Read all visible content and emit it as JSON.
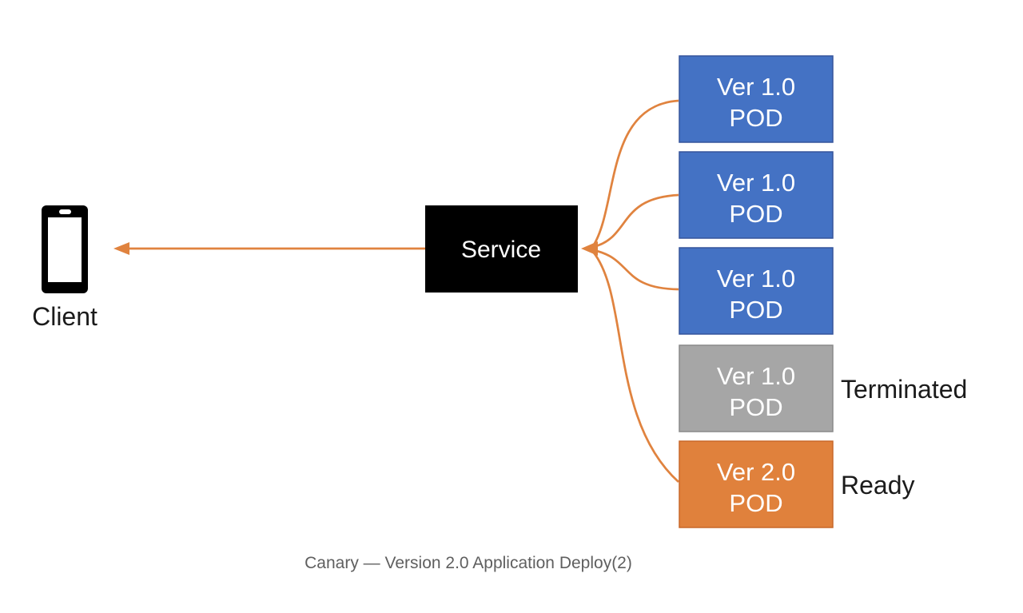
{
  "caption": {
    "text": "Canary — Version 2.0 Application Deploy(2)",
    "color": "#5f5f5f"
  },
  "client": {
    "label": "Client",
    "icon": "smartphone-icon"
  },
  "service": {
    "label": "Service",
    "fill": "#000000",
    "text_color": "#ffffff"
  },
  "connectors": {
    "color": "#e0833f",
    "service_to_client": "arrow pointing left at client",
    "pods_to_service": "curved lines converging on arrowhead at right edge of service"
  },
  "pods": [
    {
      "version": "Ver 1.0",
      "type": "POD",
      "fill": "#4472c4",
      "border": "#35549b",
      "text_color": "#ffffff",
      "status": "",
      "connected_to_service": true
    },
    {
      "version": "Ver 1.0",
      "type": "POD",
      "fill": "#4472c4",
      "border": "#35549b",
      "text_color": "#ffffff",
      "status": "",
      "connected_to_service": true
    },
    {
      "version": "Ver 1.0",
      "type": "POD",
      "fill": "#4472c4",
      "border": "#35549b",
      "text_color": "#ffffff",
      "status": "",
      "connected_to_service": true
    },
    {
      "version": "Ver 1.0",
      "type": "POD",
      "fill": "#a6a6a6",
      "border": "#8a8a8a",
      "text_color": "#ffffff",
      "status": "Terminated",
      "connected_to_service": false
    },
    {
      "version": "Ver 2.0",
      "type": "POD",
      "fill": "#e0813c",
      "border": "#c9682a",
      "text_color": "#ffffff",
      "status": "Ready",
      "connected_to_service": true
    }
  ],
  "status_label_color": "#1b1b1b"
}
